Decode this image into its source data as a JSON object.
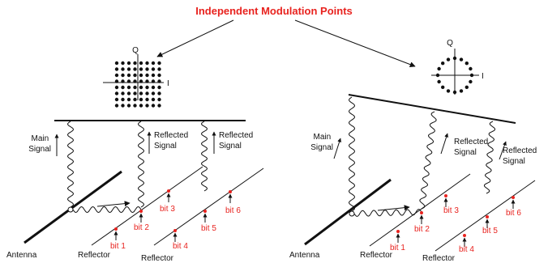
{
  "title": "Independent Modulation Points",
  "colors": {
    "accent": "#e8231f",
    "ink": "#111111"
  },
  "constellation_left": {
    "q_label": "Q",
    "i_label": "I",
    "type": "QAM grid"
  },
  "constellation_right": {
    "q_label": "Q",
    "i_label": "I",
    "type": "circular ring"
  },
  "labels": {
    "main_signal": "Main\nSignal",
    "reflected_signal": "Reflected\nSignal",
    "antenna": "Antenna",
    "reflector": "Reflector"
  },
  "bits": [
    "bit 1",
    "bit 2",
    "bit 3",
    "bit 4",
    "bit 5",
    "bit 6"
  ]
}
